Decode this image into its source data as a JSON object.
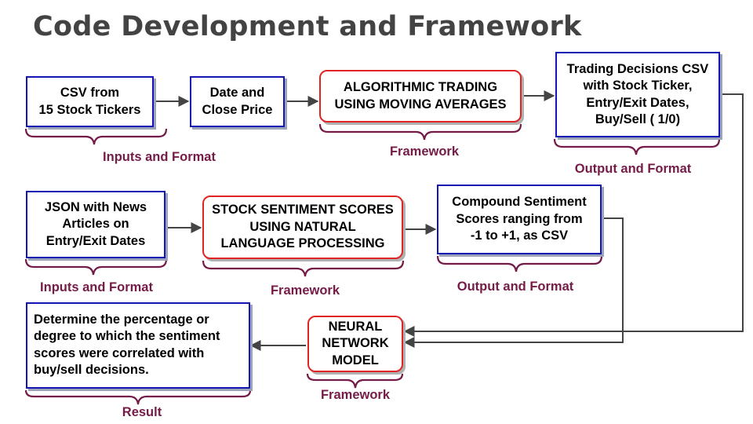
{
  "title": "Code Development and Framework",
  "colors": {
    "blue_box": "#1515b3",
    "red_box": "#e02424",
    "label": "#741b47",
    "brace": "#741b47",
    "arrow": "#444444"
  },
  "boxes": {
    "csv_tickers": "CSV from\n15 Stock Tickers",
    "date_close": "Date and\nClose Price",
    "algo_trading": "ALGORITHMIC TRADING\nUSING MOVING AVERAGES",
    "trading_decisions": "Trading Decisions CSV\nwith Stock Ticker,\nEntry/Exit Dates,\nBuy/Sell ( 1/0)",
    "json_news": "JSON  with News\nArticles on\nEntry/Exit Dates",
    "sentiment_nlp": "STOCK SENTIMENT SCORES\nUSING NATURAL\nLANGUAGE PROCESSING",
    "compound_scores": "Compound Sentiment\nScores ranging from\n-1 to +1, as CSV",
    "neural_network": "NEURAL\nNETWORK\nMODEL",
    "result_text": "Determine the percentage or\ndegree to which the sentiment\nscores were correlated with\nbuy/sell decisions."
  },
  "labels": {
    "inputs_format_1": "Inputs and Format",
    "framework_1": "Framework",
    "output_format_1": "Output and Format",
    "inputs_format_2": "Inputs and Format",
    "framework_2": "Framework",
    "output_format_2": "Output and Format",
    "framework_3": "Framework",
    "result": "Result"
  }
}
